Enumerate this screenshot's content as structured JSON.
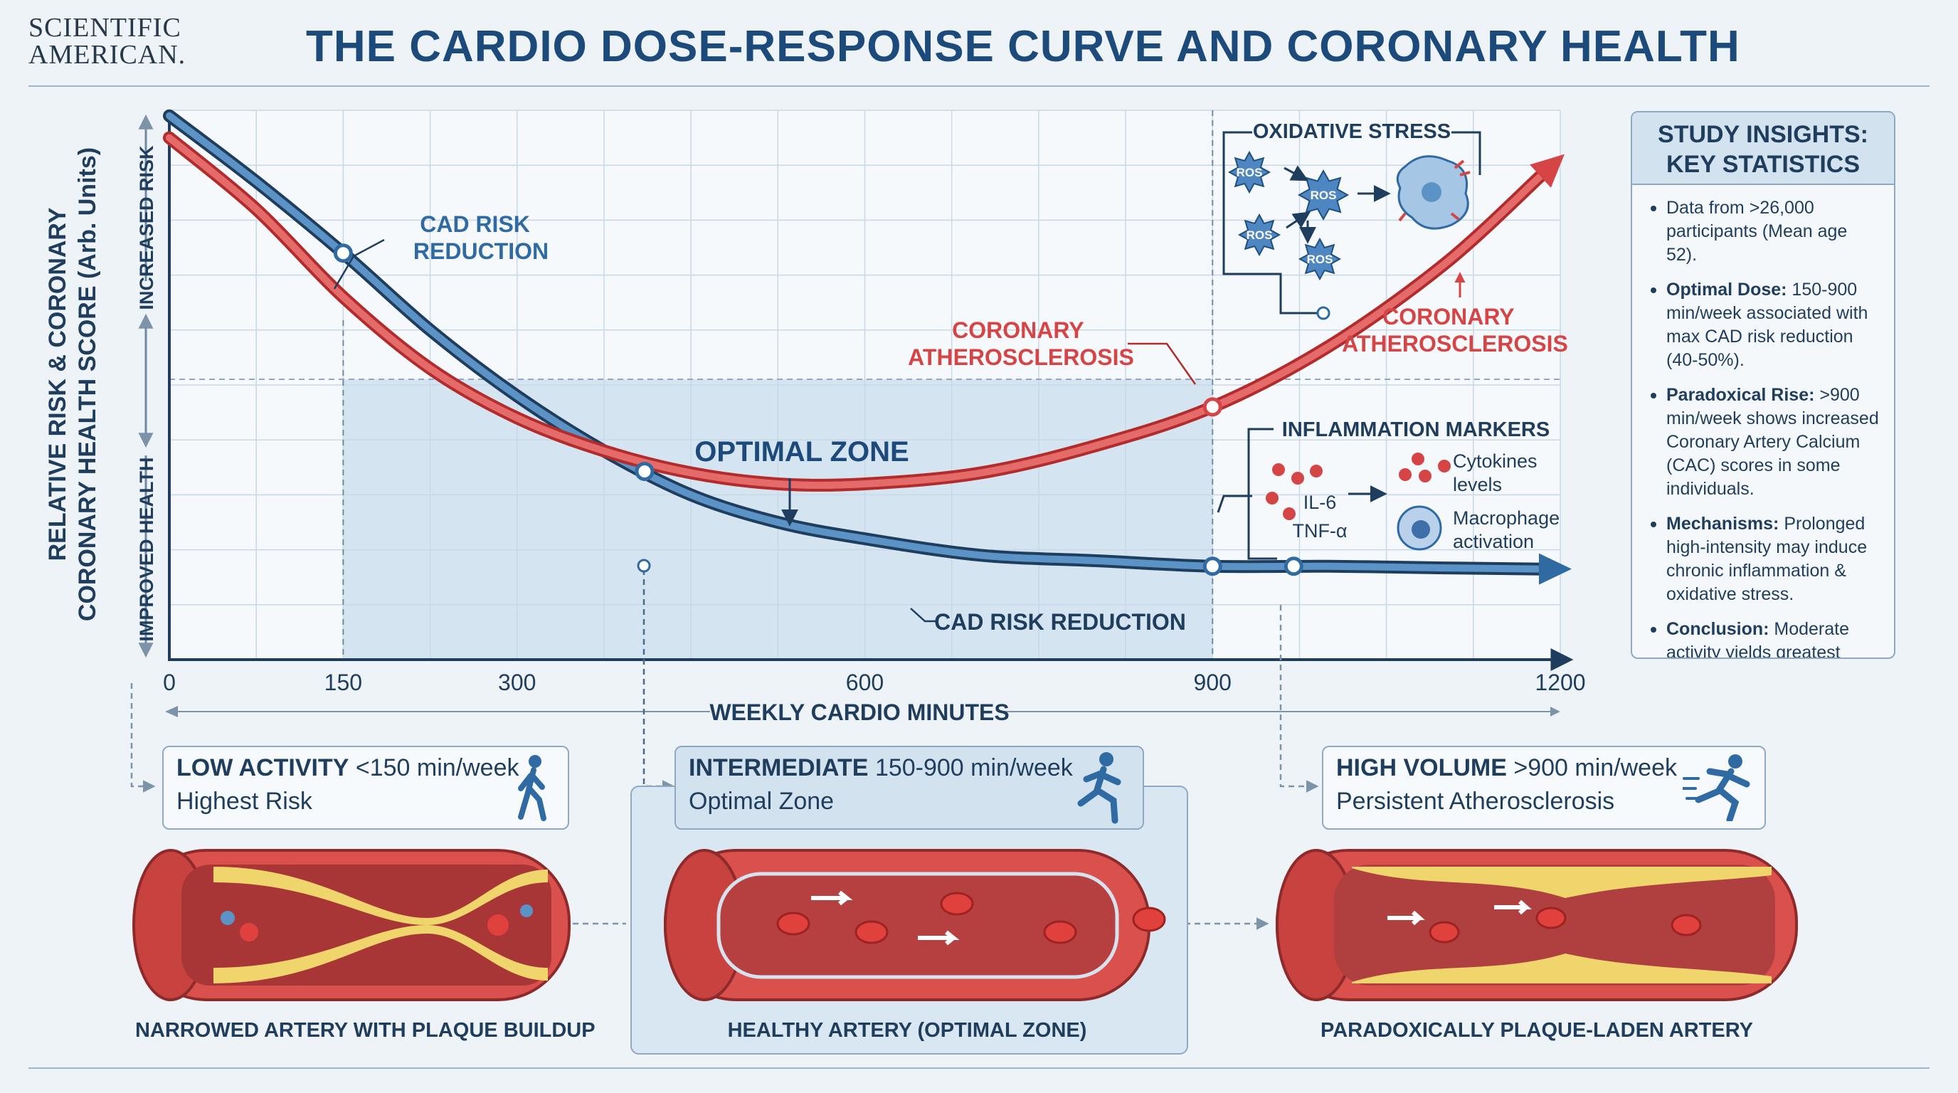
{
  "header": {
    "logo_line1": "SCIENTIFIC",
    "logo_line2": "AMERICAN.",
    "title": "THE CARDIO DOSE-RESPONSE CURVE AND CORONARY HEALTH"
  },
  "chart_data": {
    "type": "line",
    "title": "THE CARDIO DOSE-RESPONSE CURVE AND CORONARY HEALTH",
    "xlabel": "WEEKLY CARDIO MINUTES",
    "ylabel_line1": "RELATIVE RISK & CORONARY",
    "ylabel_line2": "CORONARY HEALTH SCORE (Arb. Units)",
    "y_top_label": "INCREASED RISK",
    "y_bottom_label": "IMPROVED HEALTH",
    "xlim": [
      0,
      1200
    ],
    "ylim": [
      0,
      100
    ],
    "x_ticks": [
      "0",
      "150",
      "300",
      "600",
      "900",
      "1200"
    ],
    "x_tick_values": [
      0,
      150,
      300,
      600,
      900,
      1200
    ],
    "grid": true,
    "series": [
      {
        "name": "CAD RISK REDUCTION",
        "color": "#2f6aa3",
        "x": [
          0,
          75,
          150,
          225,
          300,
          375,
          450,
          525,
          600,
          700,
          800,
          900,
          1000,
          1100,
          1200
        ],
        "y": [
          99,
          87,
          74,
          60,
          48,
          38,
          30,
          25,
          22,
          19,
          18,
          17,
          17,
          16.7,
          16.5
        ],
        "markers_x": [
          150,
          410,
          900,
          970
        ]
      },
      {
        "name": "CORONARY ATHEROSCLEROSIS",
        "color": "#d64545",
        "x": [
          0,
          75,
          150,
          225,
          300,
          375,
          450,
          525,
          600,
          700,
          800,
          900,
          1000,
          1100,
          1200
        ],
        "y": [
          95,
          82,
          66,
          53,
          44,
          38,
          34,
          32,
          32,
          34,
          39,
          46,
          57,
          72,
          88
        ],
        "markers_x": [
          900
        ]
      }
    ],
    "optimal_zone": {
      "x": [
        150,
        900
      ],
      "label": "OPTIMAL ZONE"
    },
    "annotations": {
      "cad_top": "CAD RISK REDUCTION",
      "athero_mid": "CORONARY ATHEROSCLEROSIS",
      "athero_right": "CORONARY ATHEROSCLEROSIS",
      "cad_bottom": "CAD RISK REDUCTION"
    }
  },
  "oxidative_stress": {
    "title": "OXIDATIVE STRESS",
    "ros": "ROS"
  },
  "inflammation": {
    "title": "INFLAMMATION MARKERS",
    "il6": "IL-6",
    "tnf": "TNF-α",
    "cytokines": "Cytokines levels",
    "macrophage": "Macrophage activation"
  },
  "insights": {
    "title": "STUDY INSIGHTS: KEY STATISTICS",
    "items": [
      {
        "bold": "",
        "text": "Data from >26,000 participants (Mean age 52)."
      },
      {
        "bold": "Optimal Dose:",
        "text": " 150-900 min/week associated with max CAD risk reduction (40-50%)."
      },
      {
        "bold": "Paradoxical Rise:",
        "text": " >900 min/week shows increased Coronary Artery Calcium (CAC) scores in some individuals."
      },
      {
        "bold": "Mechanisms:",
        "text": " Prolonged high-intensity may induce chronic inflammation & oxidative stress."
      },
      {
        "bold": "Conclusion:",
        "text": " Moderate activity yields greatest benefits; extreme volumes require careful monitoring."
      }
    ]
  },
  "cards": {
    "low": {
      "name": "LOW ACTIVITY",
      "range": "<150 min/week",
      "desc": "Highest Risk"
    },
    "mid": {
      "name": "INTERMEDIATE",
      "range": "150-900 min/week",
      "desc": "Optimal Zone"
    },
    "high": {
      "name": "HIGH VOLUME",
      "range": ">900 min/week",
      "desc": "Persistent Atherosclerosis"
    }
  },
  "captions": {
    "low": "NARROWED ARTERY WITH PLAQUE BUILDUP",
    "mid": "HEALTHY ARTERY (OPTIMAL ZONE)",
    "high": "PARADOXICALLY PLAQUE-LADEN ARTERY"
  },
  "colors": {
    "cad_blue": "#2f6aa3",
    "athero_red": "#d64545",
    "navy": "#1f3d5c",
    "zone": "#cfe0ef"
  }
}
